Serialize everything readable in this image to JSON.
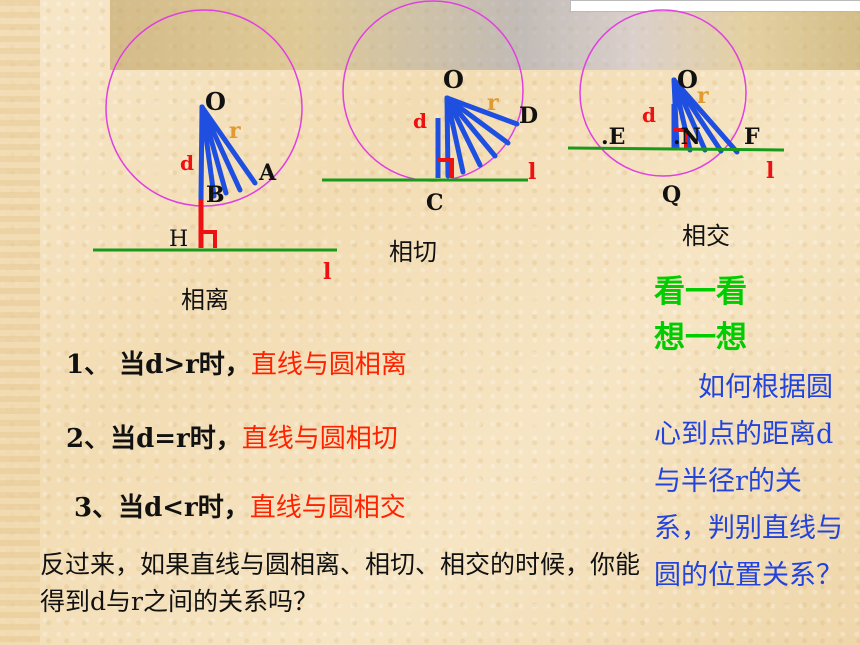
{
  "diagrams": {
    "apart": {
      "caption": "相离",
      "labels": {
        "center": "O",
        "radius": "r",
        "distance": "d",
        "point_a": "A",
        "point_b": "B",
        "foot": "H",
        "line": "l"
      }
    },
    "tangent": {
      "caption": "相切",
      "labels": {
        "center": "O",
        "radius": "r",
        "distance": "d",
        "point_d": "D",
        "point_c": "C",
        "line": "l"
      }
    },
    "intersect": {
      "caption": "相交",
      "labels": {
        "center": "O",
        "radius": "r",
        "distance": "d",
        "point_e": ".E",
        "point_n": ".N",
        "point_f": "F",
        "point_q": "Q",
        "line": "l"
      }
    }
  },
  "conditions": [
    {
      "prefix": "1、 当d>r时，",
      "result": "直线与圆相离"
    },
    {
      "prefix": "2、当d=r时，",
      "result": "直线与圆相切"
    },
    {
      "prefix": "3、当d<r时，",
      "result": "直线与圆相交"
    }
  ],
  "question": "反过来，如果直线与圆相离、相切、相交的时候，你能得到d与r之间的关系吗？",
  "sidebar": {
    "look": "看一看",
    "think": "想一想",
    "text": "如何根据圆心到点的距离d与半径r的关系，判别直线与圆的位置关系？"
  },
  "colors": {
    "circle": "#e040e0",
    "segments": "#1e4fe0",
    "line": "#1a9a1a",
    "distance": "#ee1111",
    "radius_label": "#e09a30",
    "highlight": "#ff2200",
    "look": "#00cc00",
    "side_text": "#2244dd"
  }
}
